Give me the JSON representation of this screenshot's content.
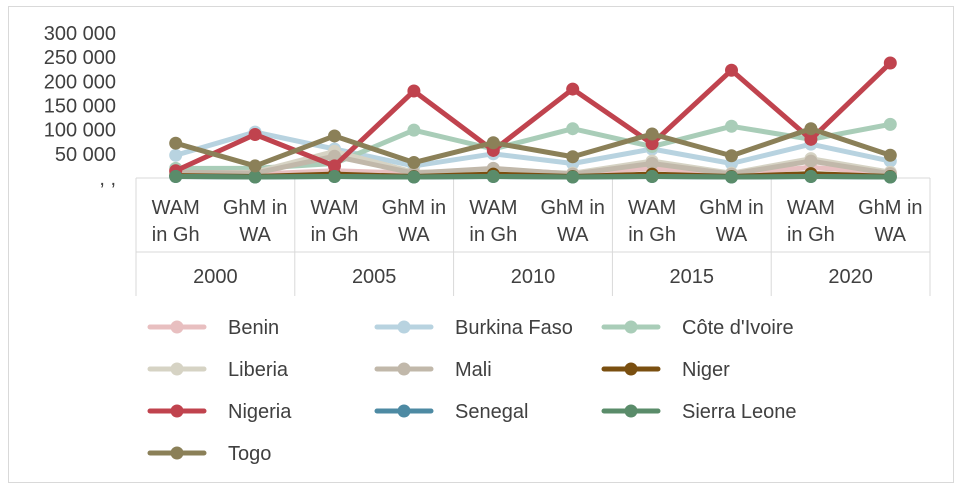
{
  "chart_data": {
    "type": "line",
    "y_ticks": [
      "300 000",
      "250 000",
      "200 000",
      "150 000",
      "100 000",
      "50 000",
      ", ,"
    ],
    "ylim": [
      0,
      300000
    ],
    "y_step": 50000,
    "categories": [
      {
        "line1": "WAM",
        "line2": "in Gh"
      },
      {
        "line1": "GhM in",
        "line2": "WA"
      },
      {
        "line1": "WAM",
        "line2": "in Gh"
      },
      {
        "line1": "GhM in",
        "line2": "WA"
      },
      {
        "line1": "WAM",
        "line2": "in Gh"
      },
      {
        "line1": "GhM in",
        "line2": "WA"
      },
      {
        "line1": "WAM",
        "line2": "in Gh"
      },
      {
        "line1": "GhM in",
        "line2": "WA"
      },
      {
        "line1": "WAM",
        "line2": "in Gh"
      },
      {
        "line1": "GhM in",
        "line2": "WA"
      }
    ],
    "groups": [
      "2000",
      "2005",
      "2010",
      "2015",
      "2020"
    ],
    "series": [
      {
        "name": "Benin",
        "color": "#e8bfc0",
        "values": [
          14000,
          8000,
          15000,
          10000,
          18000,
          9000,
          20000,
          8000,
          22000,
          10000
        ]
      },
      {
        "name": "Burkina Faso",
        "color": "#b8d3e0",
        "values": [
          47000,
          95000,
          60000,
          25000,
          50000,
          30000,
          60000,
          30000,
          70000,
          35000
        ]
      },
      {
        "name": "Côte d'Ivoire",
        "color": "#a9cdb8",
        "values": [
          20000,
          20000,
          30000,
          99000,
          60000,
          102000,
          65000,
          107000,
          80000,
          111000
        ]
      },
      {
        "name": "Liberia",
        "color": "#d6d3c4",
        "values": [
          10000,
          12000,
          55000,
          12000,
          15000,
          10000,
          35000,
          10000,
          40000,
          12000
        ]
      },
      {
        "name": "Mali",
        "color": "#c1b8aa",
        "values": [
          12000,
          10000,
          45000,
          10000,
          20000,
          8000,
          30000,
          8000,
          35000,
          9000
        ]
      },
      {
        "name": "Niger",
        "color": "#7a4f10",
        "values": [
          5000,
          3000,
          8000,
          3000,
          8000,
          3000,
          8000,
          3000,
          9000,
          3000
        ]
      },
      {
        "name": "Nigeria",
        "color": "#c0434e",
        "values": [
          15000,
          90000,
          25000,
          180000,
          57000,
          184000,
          71000,
          223000,
          80000,
          238000
        ]
      },
      {
        "name": "Senegal",
        "color": "#4d8aa3",
        "values": [
          3000,
          2000,
          3000,
          2000,
          3000,
          2000,
          3000,
          2000,
          3000,
          2000
        ]
      },
      {
        "name": "Sierra Leone",
        "color": "#5a8c6a",
        "values": [
          3000,
          2000,
          3000,
          2000,
          3000,
          2000,
          3000,
          2000,
          3000,
          2000
        ]
      },
      {
        "name": "Togo",
        "color": "#8b8058",
        "values": [
          72000,
          25000,
          87000,
          32000,
          73000,
          44000,
          91000,
          46000,
          102000,
          47000
        ]
      }
    ],
    "legend": [
      [
        "Benin",
        "Burkina Faso",
        "Côte d'Ivoire"
      ],
      [
        "Liberia",
        "Mali",
        "Niger"
      ],
      [
        "Nigeria",
        "Senegal",
        "Sierra Leone"
      ],
      [
        "Togo"
      ]
    ],
    "grid": false
  }
}
